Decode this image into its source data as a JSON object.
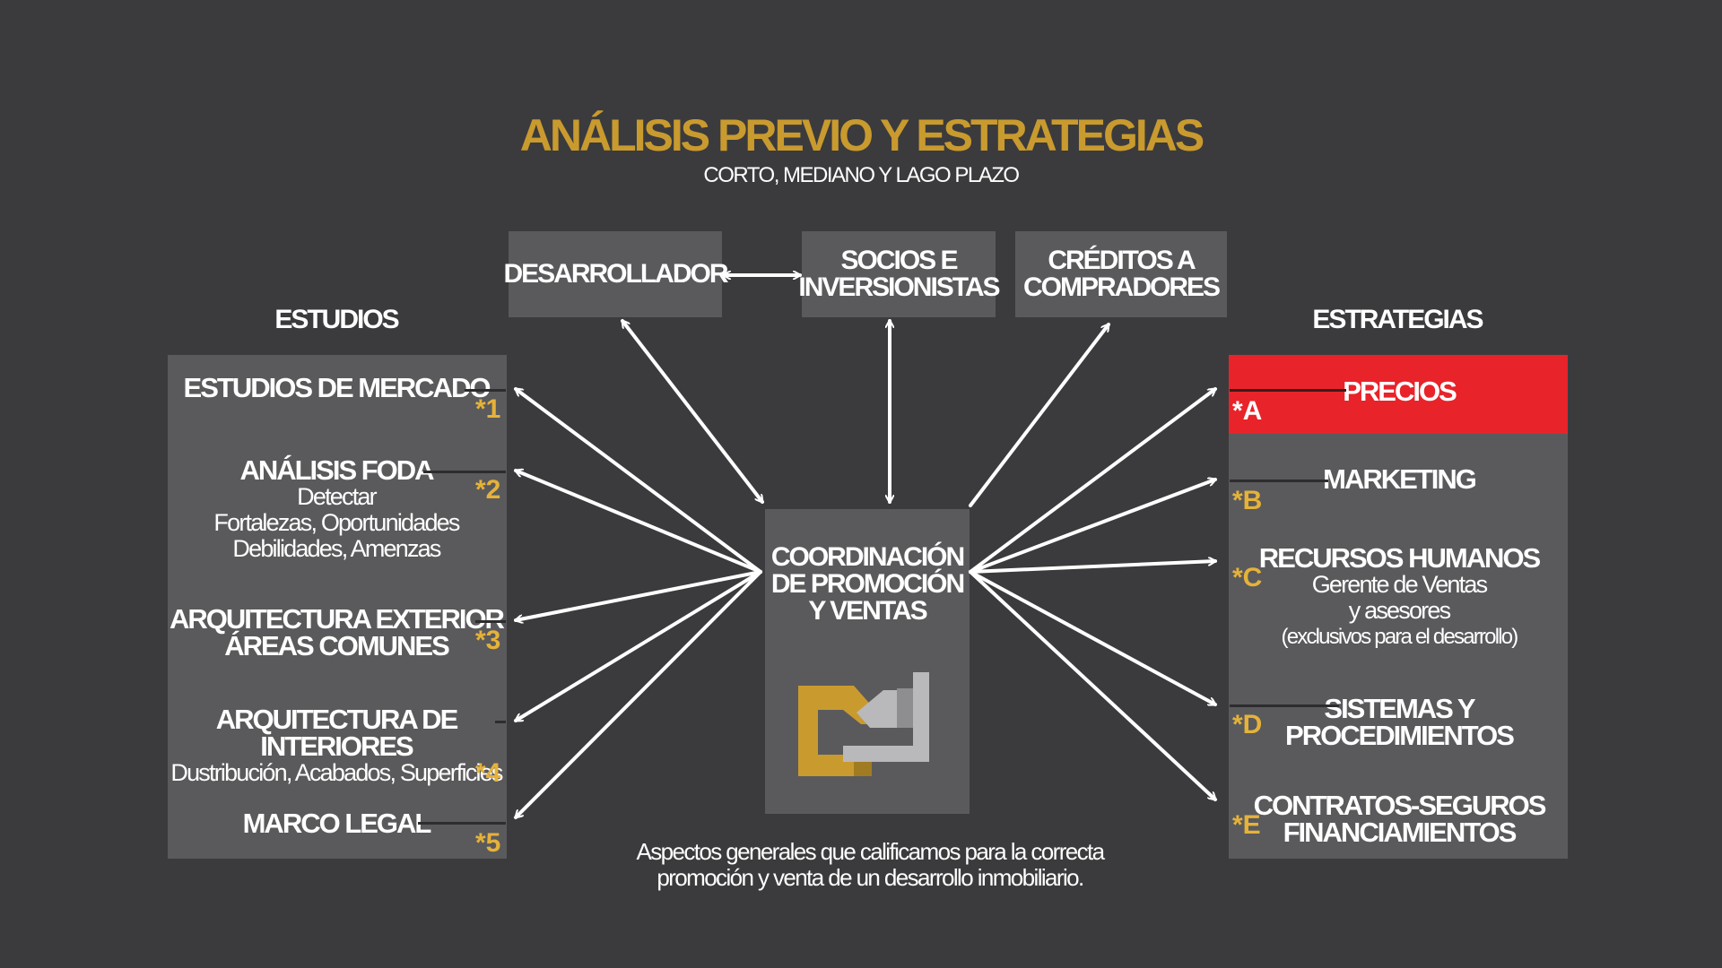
{
  "header": {
    "title": "ANÁLISIS PREVIO Y ESTRATEGIAS",
    "subtitle": "CORTO, MEDIANO Y LAGO PLAZO"
  },
  "top_boxes": [
    {
      "label": "DESARROLLADOR"
    },
    {
      "label_line1": "SOCIOS E",
      "label_line2": "INVERSIONISTAS"
    },
    {
      "label_line1": "CRÉDITOS A",
      "label_line2": "COMPRADORES"
    }
  ],
  "studies": {
    "heading": "ESTUDIOS",
    "items": [
      {
        "title": "ESTUDIOS DE MERCADO",
        "mark": "*1"
      },
      {
        "title": "ANÁLISIS FODA",
        "details": [
          "Detectar",
          "Fortalezas, Oportunidades",
          "Debilidades, Amenzas"
        ],
        "mark": "*2"
      },
      {
        "title_line1": "ARQUITECTURA EXTERIOR",
        "title_line2": "ÁREAS COMUNES",
        "mark": "*3"
      },
      {
        "title": "ARQUITECTURA DE INTERIORES",
        "details": [
          "Dustribución, Acabados, Superficies"
        ],
        "mark": "*4"
      },
      {
        "title": "MARCO LEGAL",
        "mark": "*5"
      }
    ]
  },
  "strategies": {
    "heading": "ESTRATEGIAS",
    "items": [
      {
        "title": "PRECIOS",
        "mark": "*A",
        "highlight_color": "#e8232a"
      },
      {
        "title": "MARKETING",
        "mark": "*B"
      },
      {
        "title": "RECURSOS HUMANOS",
        "details": [
          "Gerente de Ventas",
          "y asesores",
          "(exclusivos para el desarrollo)"
        ],
        "mark": "*C"
      },
      {
        "title_line1": "SISTEMAS Y",
        "title_line2": "PROCEDIMIENTOS",
        "mark": "*D"
      },
      {
        "title_line1": "CONTRATOS-SEGUROS",
        "title_line2": "FINANCIAMIENTOS",
        "mark": "*E"
      }
    ]
  },
  "center": {
    "line1": "COORDINACIÓN",
    "line2": "DE PROMOCIÓN",
    "line3": "Y VENTAS",
    "logo_icon": "cn-logo-icon"
  },
  "caption": {
    "line1": "Aspectos generales que calificamos para la correcta",
    "line2": "promoción y venta de un desarrollo inmobiliario."
  },
  "colors": {
    "background": "#3b3b3d",
    "panel": "#5a5a5c",
    "accent_gold": "#c99a2e",
    "mark_gold": "#e5b23a",
    "highlight_red": "#e8232a",
    "logo_silver": "#b9b9bb"
  }
}
